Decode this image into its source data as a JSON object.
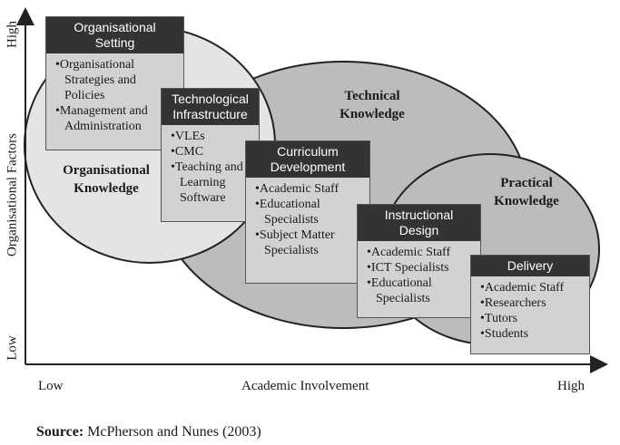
{
  "axes": {
    "y_label": "Organisational Factors",
    "y_high": "High",
    "y_low": "Low",
    "x_label": "Academic Involvement",
    "x_low": "Low",
    "x_high": "High"
  },
  "regions": {
    "organisational": "Organisational\nKnowledge",
    "technical": "Technical\nKnowledge",
    "practical": "Practical\nKnowledge"
  },
  "boxes": {
    "organisational_setting": {
      "title": "Organisational\nSetting",
      "items": [
        "Organisational Strategies and Policies",
        "Management and Administration"
      ]
    },
    "technological_infrastructure": {
      "title": "Technological\nInfrastructure",
      "items": [
        "VLEs",
        "CMC",
        "Teaching and Learning Software"
      ]
    },
    "curriculum_development": {
      "title": "Curriculum\nDevelopment",
      "items": [
        "Academic Staff",
        "Educational Specialists",
        "Subject Matter Specialists"
      ]
    },
    "instructional_design": {
      "title": "Instructional\nDesign",
      "items": [
        "Academic Staff",
        "ICT Specialists",
        "Educational Specialists"
      ]
    },
    "delivery": {
      "title": "Delivery",
      "items": [
        "Academic Staff",
        "Researchers",
        "Tutors",
        "Students"
      ]
    }
  },
  "source": {
    "label": "Source:",
    "text": "McPherson and Nunes (2003)"
  }
}
